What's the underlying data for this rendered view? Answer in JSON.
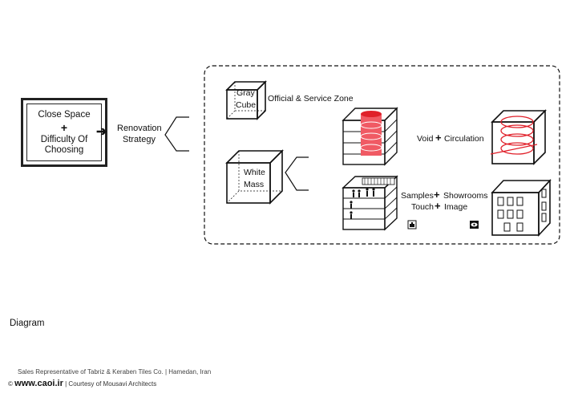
{
  "problem": {
    "line1": "Close Space",
    "plus": "+",
    "line2": "Difficulty Of",
    "line3": "Choosing"
  },
  "arrow_glyph": "➔",
  "strategy": {
    "line1": "Renovation",
    "line2": "Strategy"
  },
  "gray_cube": {
    "line1": "Gray",
    "line2": "Cube",
    "label": "Official & Service Zone"
  },
  "white_mass": {
    "line1": "White",
    "line2": "Mass"
  },
  "void_label": {
    "left": "Void",
    "plus": "+",
    "right": "Circulation"
  },
  "samples_label": {
    "left": "Samples",
    "plus": "+",
    "right": "Showrooms"
  },
  "touch_label": {
    "left": "Touch",
    "plus": "+",
    "right": "Image"
  },
  "caption": "Diagram",
  "footer": {
    "line1": "Sales Representative of Tabriz & Keraben Tiles Co.  |  Hamedan, Iran",
    "copyright": "©",
    "site": "www.caoi.ir",
    "credit": "|  Courtesy of Mousavi Architects"
  },
  "colors": {
    "accent": "#e0202a",
    "accent_fill": "#f05a64",
    "line": "#111111"
  },
  "icons": [
    "hand-touch-icon",
    "eye-view-icon"
  ]
}
